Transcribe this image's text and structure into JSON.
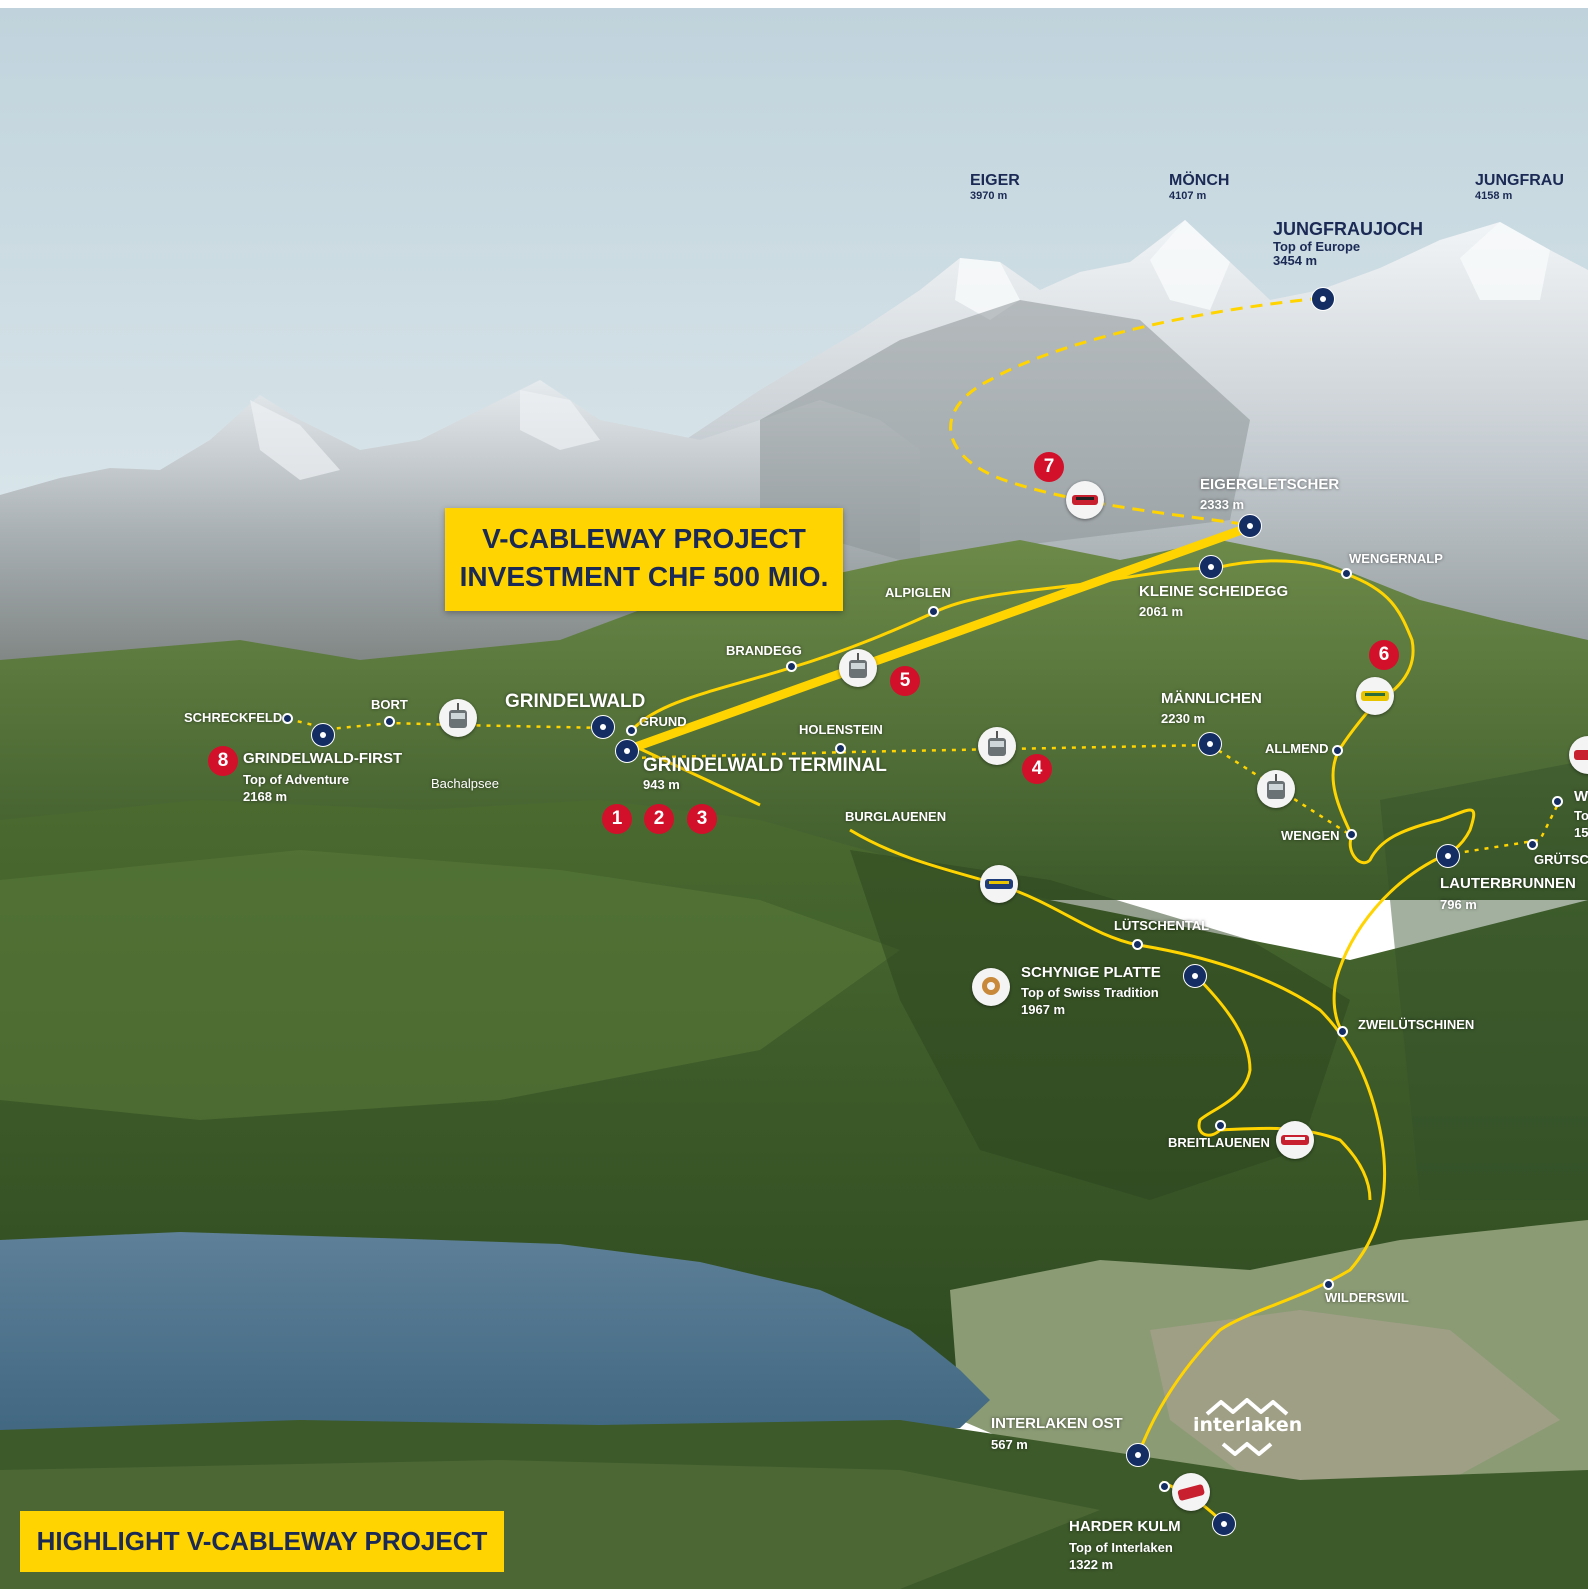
{
  "project_box": {
    "line1": "V-CABLEWAY PROJECT",
    "line2": "INVESTMENT CHF 500 MIO."
  },
  "highlight": "HIGHLIGHT V-CABLEWAY PROJECT",
  "logo_text": "interlaken",
  "colors": {
    "navy": "#142d63",
    "yellow": "#ffd400",
    "red": "#d2102a",
    "sky": "#c2d5de"
  },
  "peaks": {
    "eiger": {
      "name": "EIGER",
      "height": "3970 m"
    },
    "monch": {
      "name": "MÖNCH",
      "height": "4107 m"
    },
    "jungfrau": {
      "name": "JUNGFRAU",
      "height": "4158 m"
    }
  },
  "jungfraujoch": {
    "name": "JUNGFRAUJOCH",
    "tag": "Top of Europe",
    "height": "3454 m"
  },
  "places": {
    "eigergletscher": {
      "name": "EIGERGLETSCHER",
      "height": "2333 m"
    },
    "kleine_scheidegg": {
      "name": "KLEINE SCHEIDEGG",
      "height": "2061 m"
    },
    "wengernalp": "WENGERNALP",
    "alpiglen": "ALPIGLEN",
    "brandegg": "BRANDEGG",
    "grindelwald": "GRINDELWALD",
    "grund": "GRUND",
    "grindelwald_terminal": {
      "name": "GRINDELWALD TERMINAL",
      "height": "943 m"
    },
    "holenstein": "HOLENSTEIN",
    "mannlichen": {
      "name": "MÄNNLICHEN",
      "height": "2230 m"
    },
    "allmend": "ALLMEND",
    "wengen": "WENGEN",
    "schreckfeld": "SCHRECKFELD",
    "bort": "BORT",
    "grindelwald_first": {
      "name": "GRINDELWALD-FIRST",
      "tag": "Top of Adventure",
      "height": "2168 m"
    },
    "bachalpsee": "Bachalpsee",
    "burglauenen": "BURGLAUENEN",
    "lutschental": "LÜTSCHENTAL",
    "schynige_platte": {
      "name": "SCHYNIGE PLATTE",
      "tag": "Top of Swiss Tradition",
      "height": "1967 m"
    },
    "zweilutschinen": "ZWEILÜTSCHINEN",
    "breitlauenen": "BREITLAUENEN",
    "lauterbrunnen": {
      "name": "LAUTERBRUNNEN",
      "height": "796 m"
    },
    "grutschalp_partial": "GRÜTSCH",
    "murren_partial": {
      "name": "W",
      "tag": "To",
      "height": "15"
    },
    "wilderswil": "WILDERSWIL",
    "interlaken_ost": {
      "name": "INTERLAKEN OST",
      "height": "567 m"
    },
    "harder_kulm": {
      "name": "HARDER KULM",
      "tag": "Top of Interlaken",
      "height": "1322 m"
    }
  },
  "badges": [
    "1",
    "2",
    "3",
    "4",
    "5",
    "6",
    "7",
    "8"
  ]
}
